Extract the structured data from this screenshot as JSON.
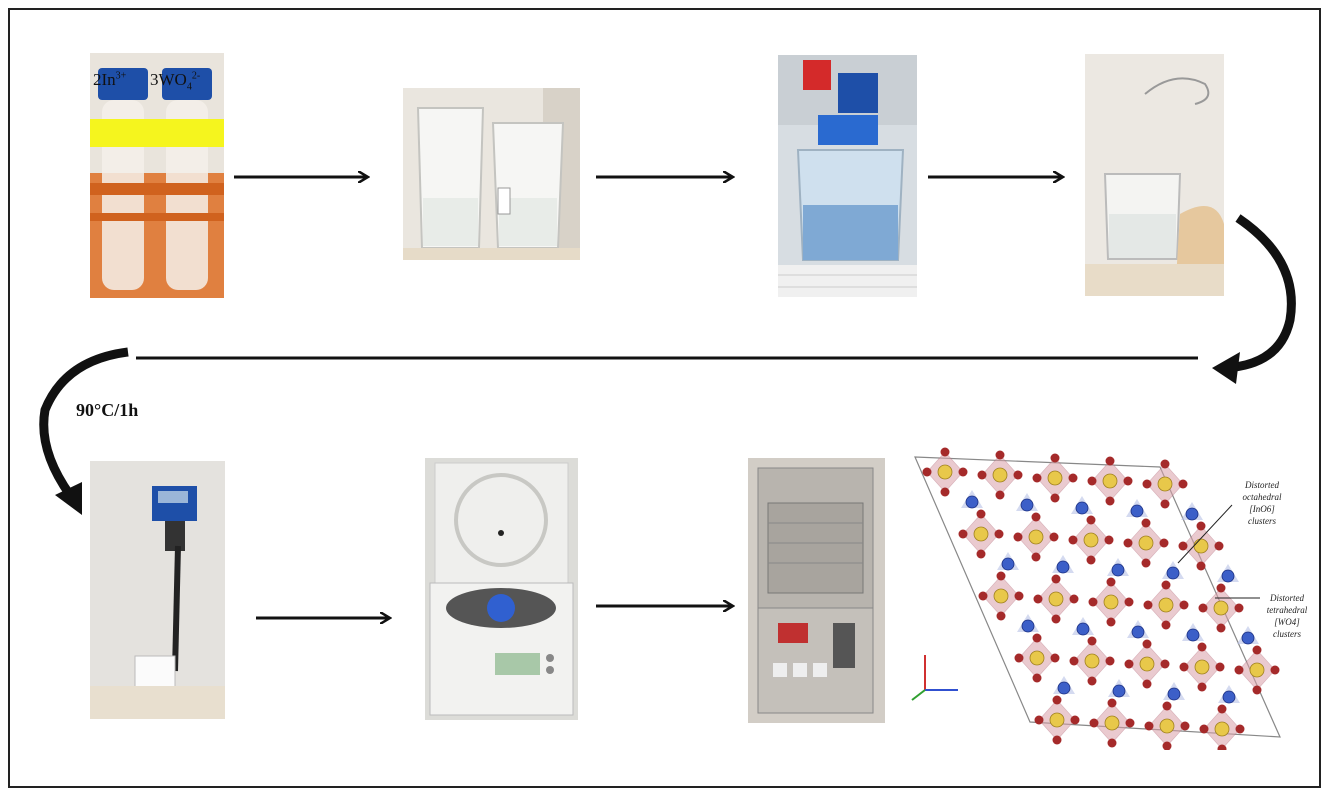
{
  "tubes": {
    "label_left_base": "2In",
    "label_left_sup": "3+",
    "label_right_base": "3WO",
    "label_right_sub": "4",
    "label_right_sup": "2-"
  },
  "step_label": "90°C/1h",
  "structure": {
    "callout_octahedral": [
      "Distorted",
      "octahedral",
      "[InO6]",
      "clusters"
    ],
    "callout_tetrahedral": [
      "Distorted",
      "tetrahedral",
      "[WO4]",
      "clusters"
    ]
  },
  "colors": {
    "octahedra": "#d9a0a8",
    "oxygen": "#a52a2a",
    "indium": "#e8c84a",
    "tungsten": "#3c5fc8",
    "cap_blue": "#1e4fa8",
    "label_yellow": "#f5f51e"
  }
}
